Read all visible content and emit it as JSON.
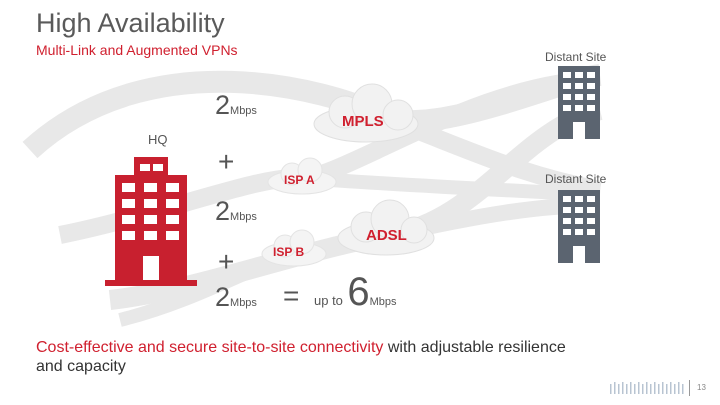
{
  "title": "High Availability",
  "subtitle": "Multi-Link and Augmented VPNs",
  "hq_label": "HQ",
  "distant_site_top": "Distant Site",
  "distant_site_mid": "Distant Site",
  "link1": {
    "value": "2",
    "unit": "Mbps"
  },
  "link2": {
    "value": "2",
    "unit": "Mbps"
  },
  "link3": {
    "value": "2",
    "unit": "Mbps"
  },
  "plus1": "+",
  "plus2": "+",
  "equals": "=",
  "result": {
    "prefix": "up to",
    "value": "6",
    "unit": "Mbps"
  },
  "clouds": {
    "mpls": "MPLS",
    "adsl": "ADSL"
  },
  "isp_a": "ISP A",
  "isp_b": "ISP B",
  "bottom": {
    "highlight": "Cost-effective and secure site-to-site connectivity",
    "rest": " with adjustable resilience and capacity"
  },
  "page_number": "13",
  "colors": {
    "accent": "#d0202f",
    "hq_building": "#c8202f",
    "site_building": "#5b6470",
    "link": "#e6e6e6"
  }
}
